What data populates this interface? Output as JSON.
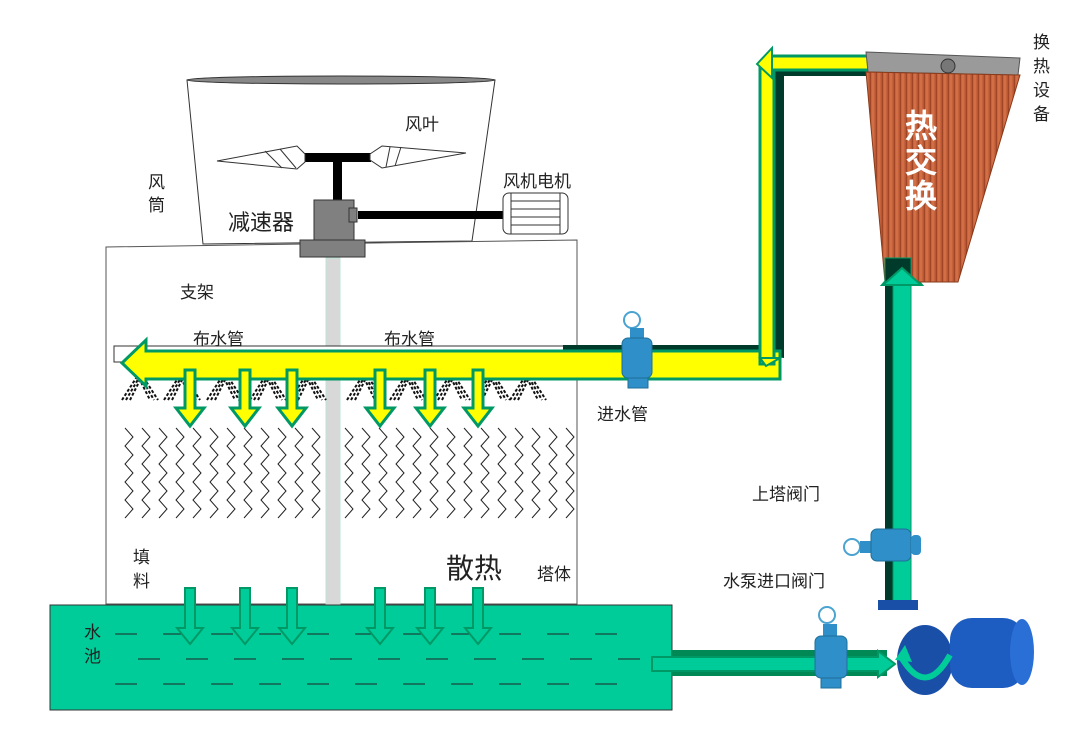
{
  "labels": {
    "fan_blade": "风叶",
    "fan_cylinder": [
      "风",
      "筒"
    ],
    "fan_motor": "风机电机",
    "reducer": "减速器",
    "support": "支架",
    "distribution_pipe_left": "布水管",
    "distribution_pipe_right": "布水管",
    "inlet_pipe": "进水管",
    "heat_exchange_equipment": [
      "换",
      "热",
      "设",
      "备"
    ],
    "heat_exchange": [
      "热",
      "交",
      "换"
    ],
    "tower_valve": "上塔阀门",
    "pump_inlet_valve": "水泵进口阀门",
    "fill": [
      "填",
      "料"
    ],
    "heat_dissipation": "散热",
    "tower_body": "塔体",
    "water_pool": [
      "水",
      "池"
    ]
  },
  "colors": {
    "hot_water": "#ffff00",
    "pipe_outline": "#009966",
    "cool_water": "#00cc99",
    "pipe_dark": "#003a2a",
    "valve_blue": "#2f8fc8",
    "pump_blue": "#1a4fa8",
    "copper": "#c8643c",
    "gearbox_gray": "#808080"
  }
}
